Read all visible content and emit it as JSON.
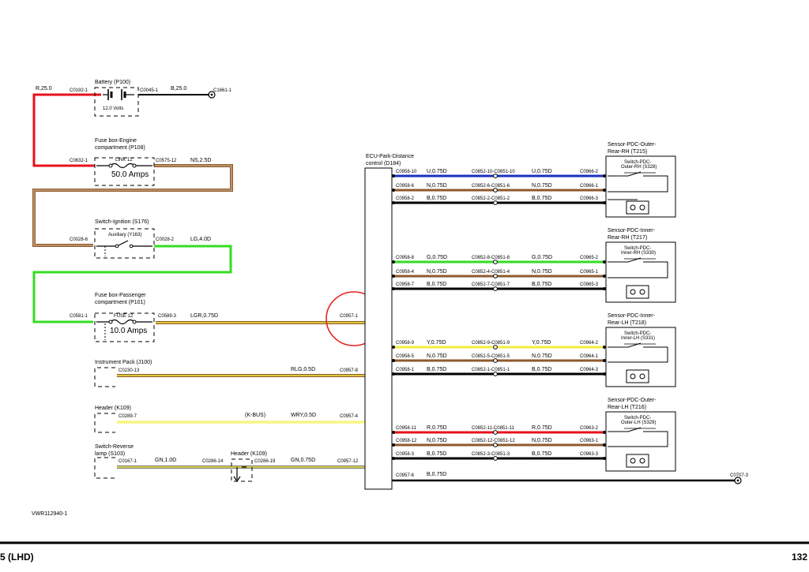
{
  "colors": {
    "red": "#e8101c",
    "brown": "#8e5a2e",
    "tan": "#c9a27c",
    "green": "#33dd22",
    "gray": "#7a7a7a",
    "yellow": "#f4ee3c",
    "blue": "#1a2fbf",
    "black": "#000000",
    "annotation": "#e52222"
  },
  "components": {
    "battery": {
      "name": "Battery (P100)",
      "spec": "12.0 Volts"
    },
    "fuse_engine": {
      "name_line1": "Fuse box-Engine",
      "name_line2": "compartment (P108)",
      "inner_label": "LINK 12",
      "rating": "50.0 Amps"
    },
    "ignition": {
      "name": "Switch-Ignition (S176)",
      "inner_label": "Auxiliary (Y163)"
    },
    "fuse_pass": {
      "name_line1": "Fuse box-Passenger",
      "name_line2": "compartment (P101)",
      "inner_label": "FUSE 12",
      "rating": "10.0 Amps"
    },
    "instrument": {
      "name": "Instrument Pack (J100)"
    },
    "header_k109": {
      "name": "Header (K109)"
    },
    "reverse": {
      "name_line1": "Switch-Reverse",
      "name_line2": "lamp (S103)"
    },
    "header_k109b": {
      "name": "Header (K109)"
    },
    "ecu": {
      "name_line1": "ECU-Park-Distance",
      "name_line2": "control (D184)"
    },
    "sensor_or_rh": {
      "name_line1": "Sensor-PDC-Outer-",
      "name_line2": "Rear-RH (T215)",
      "inner_line1": "Switch-PDC-",
      "inner_line2": "Outer-RH (S328)"
    },
    "sensor_ir_rh": {
      "name_line1": "Sensor-PDC-Inner-",
      "name_line2": "Rear-RH (T217)",
      "inner_line1": "Switch-PDC-",
      "inner_line2": "Inner-RH (S330)"
    },
    "sensor_ir_lh": {
      "name_line1": "Sensor-PDC-Inner-",
      "name_line2": "Rear-LH (T218)",
      "inner_line1": "Switch-PDC-",
      "inner_line2": "Inner-LH (S331)"
    },
    "sensor_or_lh": {
      "name_line1": "Sensor-PDC-Outer-",
      "name_line2": "Rear-LH (T216)",
      "inner_line1": "Switch-PDC-",
      "inner_line2": "Outer-LH (S329)"
    }
  },
  "labels": {
    "w_r250": "R,25.0",
    "w_b250": "B,25.0",
    "w_ns25d": "NS,2.5D",
    "w_lg40d": "LG,4.0D",
    "w_lgr075d": "LGR,0.75D",
    "w_rlg05d": "RLG,0.5D",
    "w_kbus": "(K-BUS)",
    "w_wry05d": "WRY,0.5D",
    "w_gn10d": "GN,1.0D",
    "w_gn075d": "GN,0.75D",
    "c_c0192_1": "C0192-1",
    "c_c0045_1": "C0045-1",
    "c_c1661_1": "C1661-1",
    "c_c0632_1": "C0632-1",
    "c_c0575_12": "C0575-12",
    "c_c0028_6": "C0028-6",
    "c_c0028_2": "C0028-2",
    "c_c0581_1": "C0581-1",
    "c_c0589_3": "C0589-3",
    "c_c0957_1": "C0957-1",
    "c_c0230_13": "C0230-13",
    "c_c0957_8": "C0957-8",
    "c_c0289_7": "C0289-7",
    "c_c0957_4": "C0957-4",
    "c_c0167_1": "C0167-1",
    "c_c0286_14": "C0286-14",
    "c_c0286_19": "C0286-19",
    "c_c0957_12": "C0957-12"
  },
  "ecu_rows": [
    {
      "c_ecu": "C0958-10",
      "w1": "U,0.75D",
      "c_mid": "C0852-10-C0851-10",
      "w2": "U,0.75D",
      "c_sensor": "C0966-2"
    },
    {
      "c_ecu": "C0958-6",
      "w1": "N,0.75D",
      "c_mid": "C0852-6-C0851-6",
      "w2": "N,0.75D",
      "c_sensor": "C0966-1"
    },
    {
      "c_ecu": "C0958-2",
      "w1": "B,0.75D",
      "c_mid": "C0852-2-C0851-2",
      "w2": "B,0.75D",
      "c_sensor": "C0966-3"
    },
    {
      "c_ecu": "C0958-8",
      "w1": "G,0.75D",
      "c_mid": "C0852-8-C0851-8",
      "w2": "G,0.75D",
      "c_sensor": "C0965-2"
    },
    {
      "c_ecu": "C0958-4",
      "w1": "N,0.75D",
      "c_mid": "C0852-4-C0851-4",
      "w2": "N,0.75D",
      "c_sensor": "C0965-1"
    },
    {
      "c_ecu": "C0958-7",
      "w1": "B,0.75D",
      "c_mid": "C0852-7-C0851-7",
      "w2": "B,0.75D",
      "c_sensor": "C0965-3"
    },
    {
      "c_ecu": "C0958-9",
      "w1": "Y,0.75D",
      "c_mid": "C0852-9-C0851-9",
      "w2": "Y,0.75D",
      "c_sensor": "C0964-2"
    },
    {
      "c_ecu": "C0958-5",
      "w1": "N,0.75D",
      "c_mid": "C0852-5-C0851-5",
      "w2": "N,0.75D",
      "c_sensor": "C0964-1"
    },
    {
      "c_ecu": "C0958-1",
      "w1": "B,0.75D",
      "c_mid": "C0852-1-C0851-1",
      "w2": "B,0.75D",
      "c_sensor": "C0964-3"
    },
    {
      "c_ecu": "C0958-11",
      "w1": "R,0.75D",
      "c_mid": "C0852-11-C0851-11",
      "w2": "R,0.75D",
      "c_sensor": "C0963-2"
    },
    {
      "c_ecu": "C0958-12",
      "w1": "N,0.75D",
      "c_mid": "C0852-12-C0851-12",
      "w2": "N,0.75D",
      "c_sensor": "C0963-1"
    },
    {
      "c_ecu": "C0958-3",
      "w1": "B,0.75D",
      "c_mid": "C0852-3-C0851-3",
      "w2": "B,0.75D",
      "c_sensor": "C0963-3"
    }
  ],
  "ground": {
    "c_ecu": "C0957-6",
    "wire": "B,0.75D",
    "c_ground": "C0707-3"
  },
  "footer": {
    "ref": "VWR112940-1",
    "model": "5 (LHD)",
    "page": "132"
  }
}
